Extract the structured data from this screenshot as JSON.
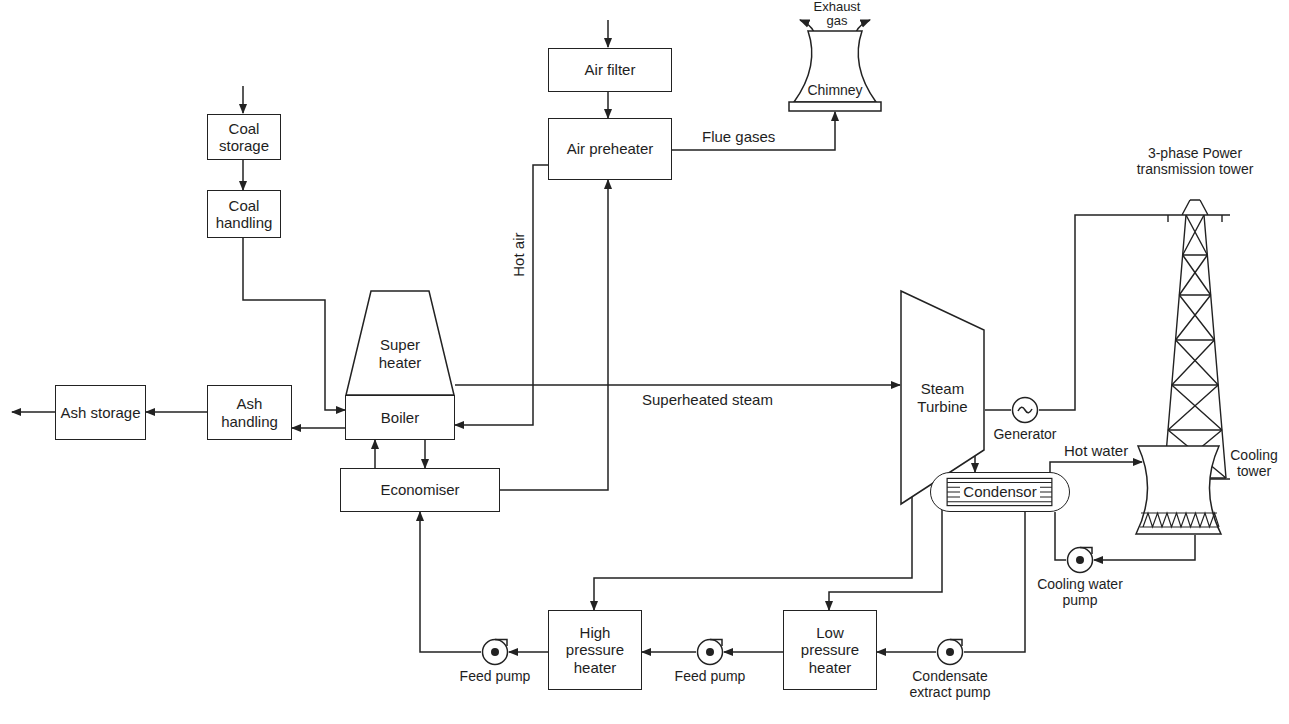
{
  "diagram": {
    "nodes": [
      {
        "text": [
          "Coal storage"
        ]
      },
      {
        "text": [
          "Air filter"
        ]
      },
      {
        "text": [
          "Chimney"
        ]
      },
      {
        "text": [
          "Coal handling"
        ]
      },
      {
        "text": [
          "Air preheater"
        ]
      },
      {
        "text": [
          "3-phase Power transmission tower"
        ]
      },
      {
        "text": [
          "Super heater"
        ]
      },
      {
        "text": [
          "Boiler"
        ]
      },
      {
        "text": [
          "Ash storage"
        ]
      },
      {
        "text": [
          "Ash handling"
        ]
      },
      {
        "text": [
          "Steam Turbine"
        ]
      },
      {
        "text": [
          "Generator"
        ]
      },
      {
        "text": [
          "Economiser"
        ]
      },
      {
        "text": [
          "Condensor"
        ]
      },
      {
        "text": [
          "Cooling tower"
        ]
      },
      {
        "text": [
          "Cooling water pump"
        ]
      },
      {
        "text": [
          "High pressure heater"
        ]
      },
      {
        "text": [
          "Low pressure heater"
        ]
      },
      {
        "text": [
          "Feed pump"
        ]
      },
      {
        "text": [
          "Feed pump"
        ]
      },
      {
        "text": [
          "Condensate extract pump"
        ]
      }
    ],
    "edges": [
      {
        "from": 0,
        "to": 3,
        "arrow": "to"
      },
      {
        "from": 3,
        "to": 7,
        "arrow": "to"
      },
      {
        "from": 1,
        "to": 4,
        "arrow": "to"
      },
      {
        "from": 4,
        "to": 2,
        "label": "Flue gases",
        "arrow": "to"
      },
      {
        "from": 4,
        "to": 7,
        "label": "Hot air",
        "arrow": "to"
      },
      {
        "from": 6,
        "to": 10,
        "label": "Superheated steam",
        "arrow": "to"
      },
      {
        "from": 7,
        "to": 9,
        "arrow": "to"
      },
      {
        "from": 9,
        "to": 8,
        "arrow": "to"
      },
      {
        "from": 12,
        "to": 7,
        "arrow": "to"
      },
      {
        "from": 7,
        "to": 12,
        "arrow": "to"
      },
      {
        "from": 12,
        "to": 4,
        "arrow": "to"
      },
      {
        "from": 10,
        "to": 11,
        "arrow": "none"
      },
      {
        "from": 11,
        "to": 5,
        "arrow": "none"
      },
      {
        "from": 10,
        "to": 13,
        "arrow": "to"
      },
      {
        "from": 10,
        "to": 16,
        "arrow": "to"
      },
      {
        "from": 10,
        "to": 17,
        "arrow": "to"
      },
      {
        "from": 13,
        "to": 14,
        "label": "Hot water",
        "arrow": "to"
      },
      {
        "from": 14,
        "to": 15,
        "arrow": "to"
      },
      {
        "from": 15,
        "to": 13,
        "arrow": "none"
      },
      {
        "from": 13,
        "to": 20,
        "arrow": "none"
      },
      {
        "from": 20,
        "to": 17,
        "arrow": "to"
      },
      {
        "from": 17,
        "to": 19,
        "arrow": "to"
      },
      {
        "from": 19,
        "to": 16,
        "arrow": "to"
      },
      {
        "from": 16,
        "to": 18,
        "arrow": "to"
      },
      {
        "from": 18,
        "to": 12,
        "arrow": "to"
      }
    ],
    "labels": [
      "Exhaust gas"
    ]
  }
}
